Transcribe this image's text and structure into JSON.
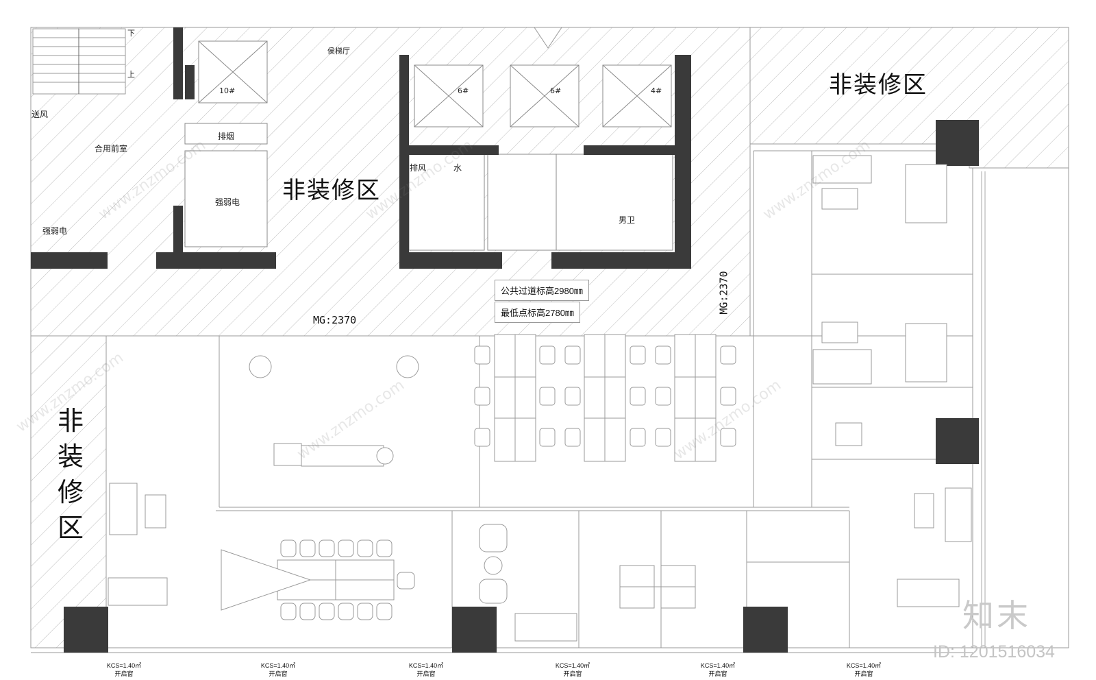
{
  "rooms": {
    "down": "下",
    "up": "上",
    "elevator_lobby": "侯梯厅",
    "elev_10": "10#",
    "elev_6a": "6#",
    "elev_6b": "6#",
    "elev_4": "4#",
    "air_supply": "送风",
    "smoke_exhaust": "排烟",
    "shared_anteroom": "合用前室",
    "power_room_1": "强弱电",
    "power_room_2": "强弱电",
    "exhaust": "排风",
    "water": "水",
    "mens_restroom": "男卫"
  },
  "zones": {
    "top_center": "非装修区",
    "top_right": "非装修区",
    "left_vertical": "非装修区"
  },
  "notes": {
    "corridor_height": "公共过道标高2980㎜",
    "lowest_point": "最低点标高2780㎜",
    "mg_horizontal": "MG:2370",
    "mg_vertical": "MG:2370"
  },
  "windows": [
    {
      "kcs": "KCS=1.40㎡",
      "label": "开启窗"
    },
    {
      "kcs": "KCS=1.40㎡",
      "label": "开启窗"
    },
    {
      "kcs": "KCS=1.40㎡",
      "label": "开启窗"
    },
    {
      "kcs": "KCS=1.40㎡",
      "label": "开启窗"
    },
    {
      "kcs": "KCS=1.40㎡",
      "label": "开启窗"
    },
    {
      "kcs": "KCS=1.40㎡",
      "label": "开启窗"
    }
  ],
  "watermark": {
    "site": "www.znzmo.com",
    "logo": "知末",
    "id_text": "ID: 1201516034"
  },
  "colors": {
    "wall": "#3a3a3a",
    "hatch": "#b5b5b5",
    "line": "#9a9a9a"
  }
}
